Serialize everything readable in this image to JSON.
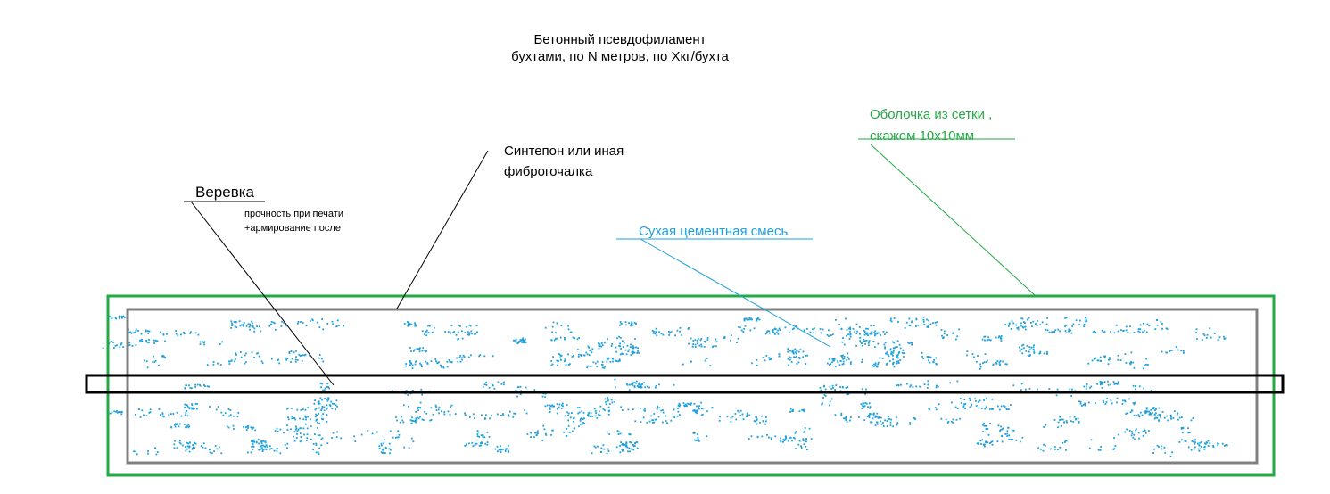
{
  "title": {
    "line1": "Бетонный псевдофиламент",
    "line2": "бухтами, по N метров, по Xкг/бухта"
  },
  "labels": {
    "rope": "Веревка",
    "rope_note_line1": "прочность при печати",
    "rope_note_line2": "+армирование после",
    "fiber_line1": "Синтепон или иная",
    "fiber_line2": "фиброгочалка",
    "cement": "Сухая цементная смесь",
    "mesh_line1": "Оболочка из сетки ,",
    "mesh_line2": "скажем 10x10мм"
  },
  "colors": {
    "mesh": "#22aa44",
    "cement": "#1ea0dc",
    "fiber": "#808080",
    "rope": "#000000",
    "text_default": "#000000"
  }
}
